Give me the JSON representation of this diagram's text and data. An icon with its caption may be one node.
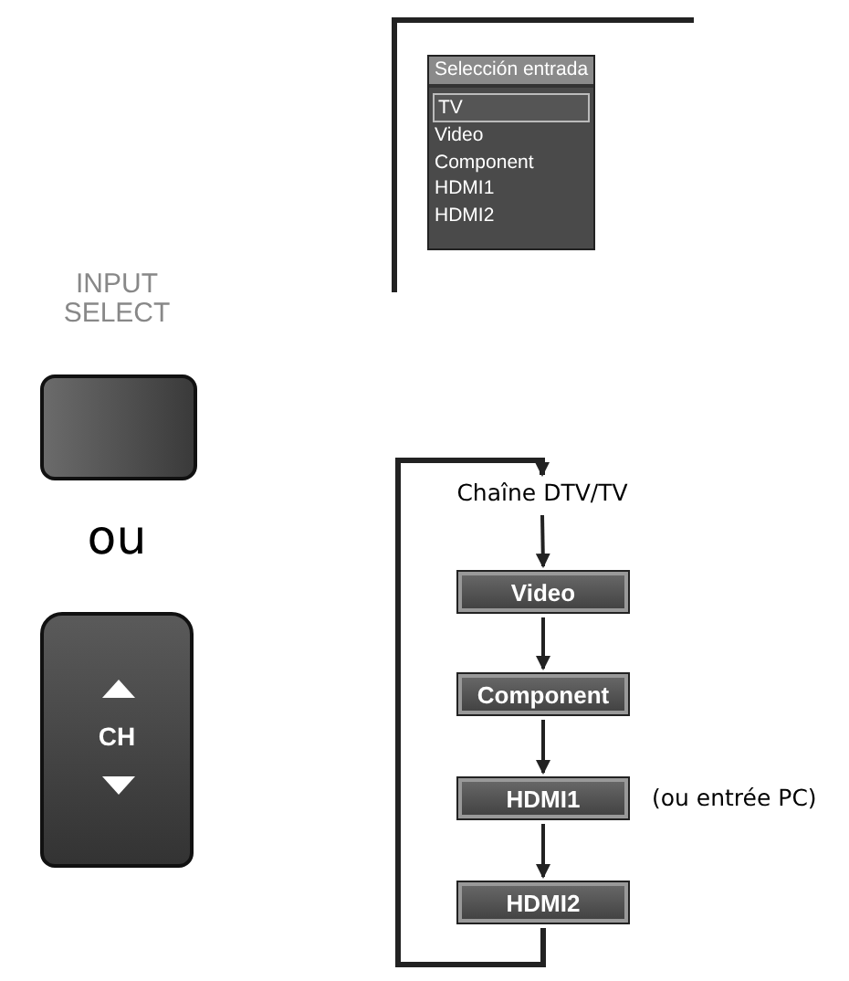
{
  "diagram": {
    "nodes": [
      {
        "text": [
          "Selección entrada",
          "TV",
          "Video",
          "Component",
          "HDMI1",
          "HDMI2"
        ]
      },
      {
        "text": [
          "INPUT SELECT"
        ]
      },
      {
        "text": [
          "CH"
        ]
      },
      {
        "text": [
          "Chaîne DTV/TV"
        ]
      },
      {
        "text": [
          "Video"
        ]
      },
      {
        "text": [
          "Component"
        ]
      },
      {
        "text": [
          "HDMI1"
        ],
        "beside": [
          "(ou entrée PC)"
        ]
      },
      {
        "text": [
          "HDMI2"
        ]
      }
    ],
    "edges": [
      {
        "from": 3,
        "to": 4,
        "arrow": "to"
      },
      {
        "from": 4,
        "to": 5,
        "arrow": "to"
      },
      {
        "from": 5,
        "to": 6,
        "arrow": "to"
      },
      {
        "from": 6,
        "to": 7,
        "arrow": "to"
      },
      {
        "from": 7,
        "to": 3,
        "arrow": "to"
      }
    ],
    "labels": [
      "ou"
    ]
  }
}
